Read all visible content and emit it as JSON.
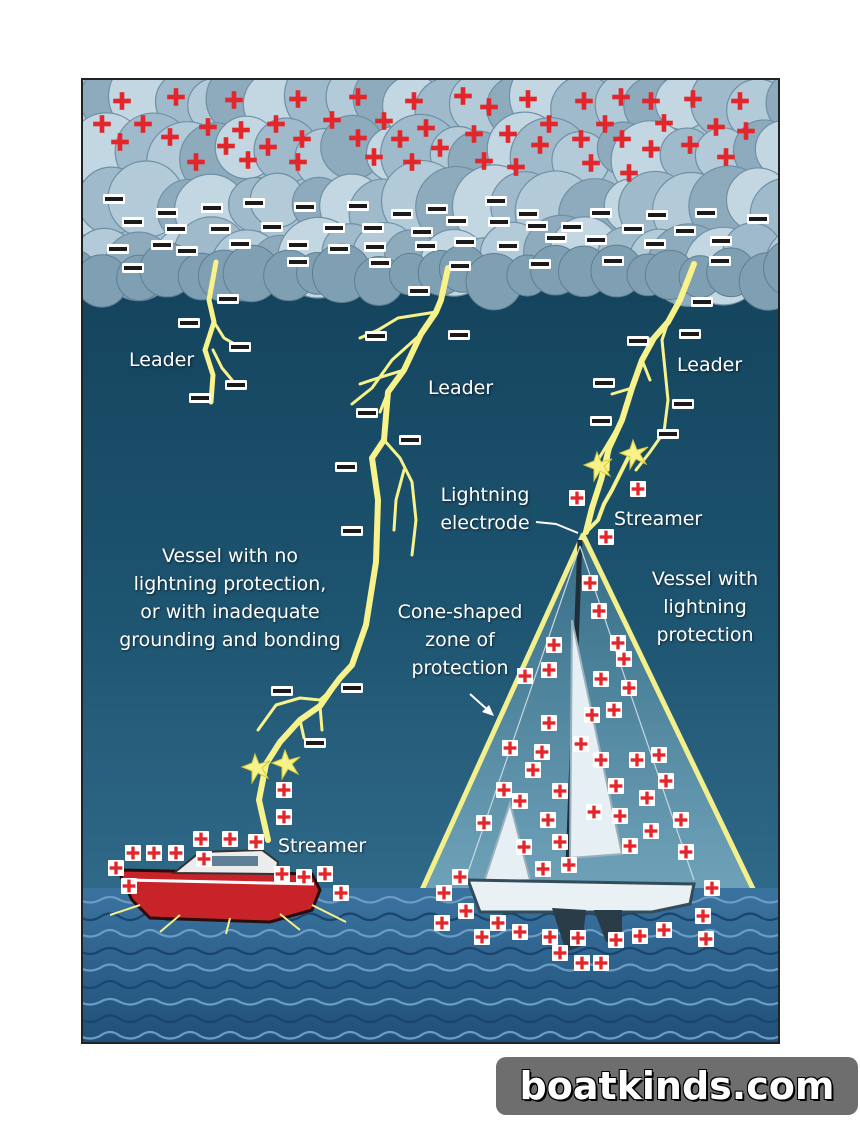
{
  "labels": {
    "leader_left": "Leader",
    "leader_middle": "Leader",
    "leader_right": "Leader",
    "unprotected_vessel": [
      "Vessel with no",
      "lightning protection,",
      "or with inadequate",
      "grounding and bonding"
    ],
    "lightning_electrode": [
      "Lightning",
      "electrode"
    ],
    "streamer_right": "Streamer",
    "streamer_left": "Streamer",
    "protected_vessel": [
      "Vessel with",
      "lightning",
      "protection"
    ],
    "cone_zone": [
      "Cone-shaped",
      "zone of",
      "protection"
    ]
  },
  "watermark": "boatkinds.com",
  "colors": {
    "sky_dark": "#0f3a52",
    "sky_mid": "#2f6a88",
    "cloud_light": "#b7cfdc",
    "cloud_dark": "#7fa0b3",
    "sea": "#2b5f86",
    "lightning": "#f7f38a",
    "positive_charge": "#e3262b",
    "negative_charge": "#1a1a1a",
    "cone": "#f3ef8a",
    "hull_red": "#c9232a"
  },
  "icons": [
    "positive-charge-icon",
    "negative-charge-icon",
    "lightning-bolt-icon",
    "spark-icon",
    "powerboat-icon",
    "sailboat-icon"
  ]
}
